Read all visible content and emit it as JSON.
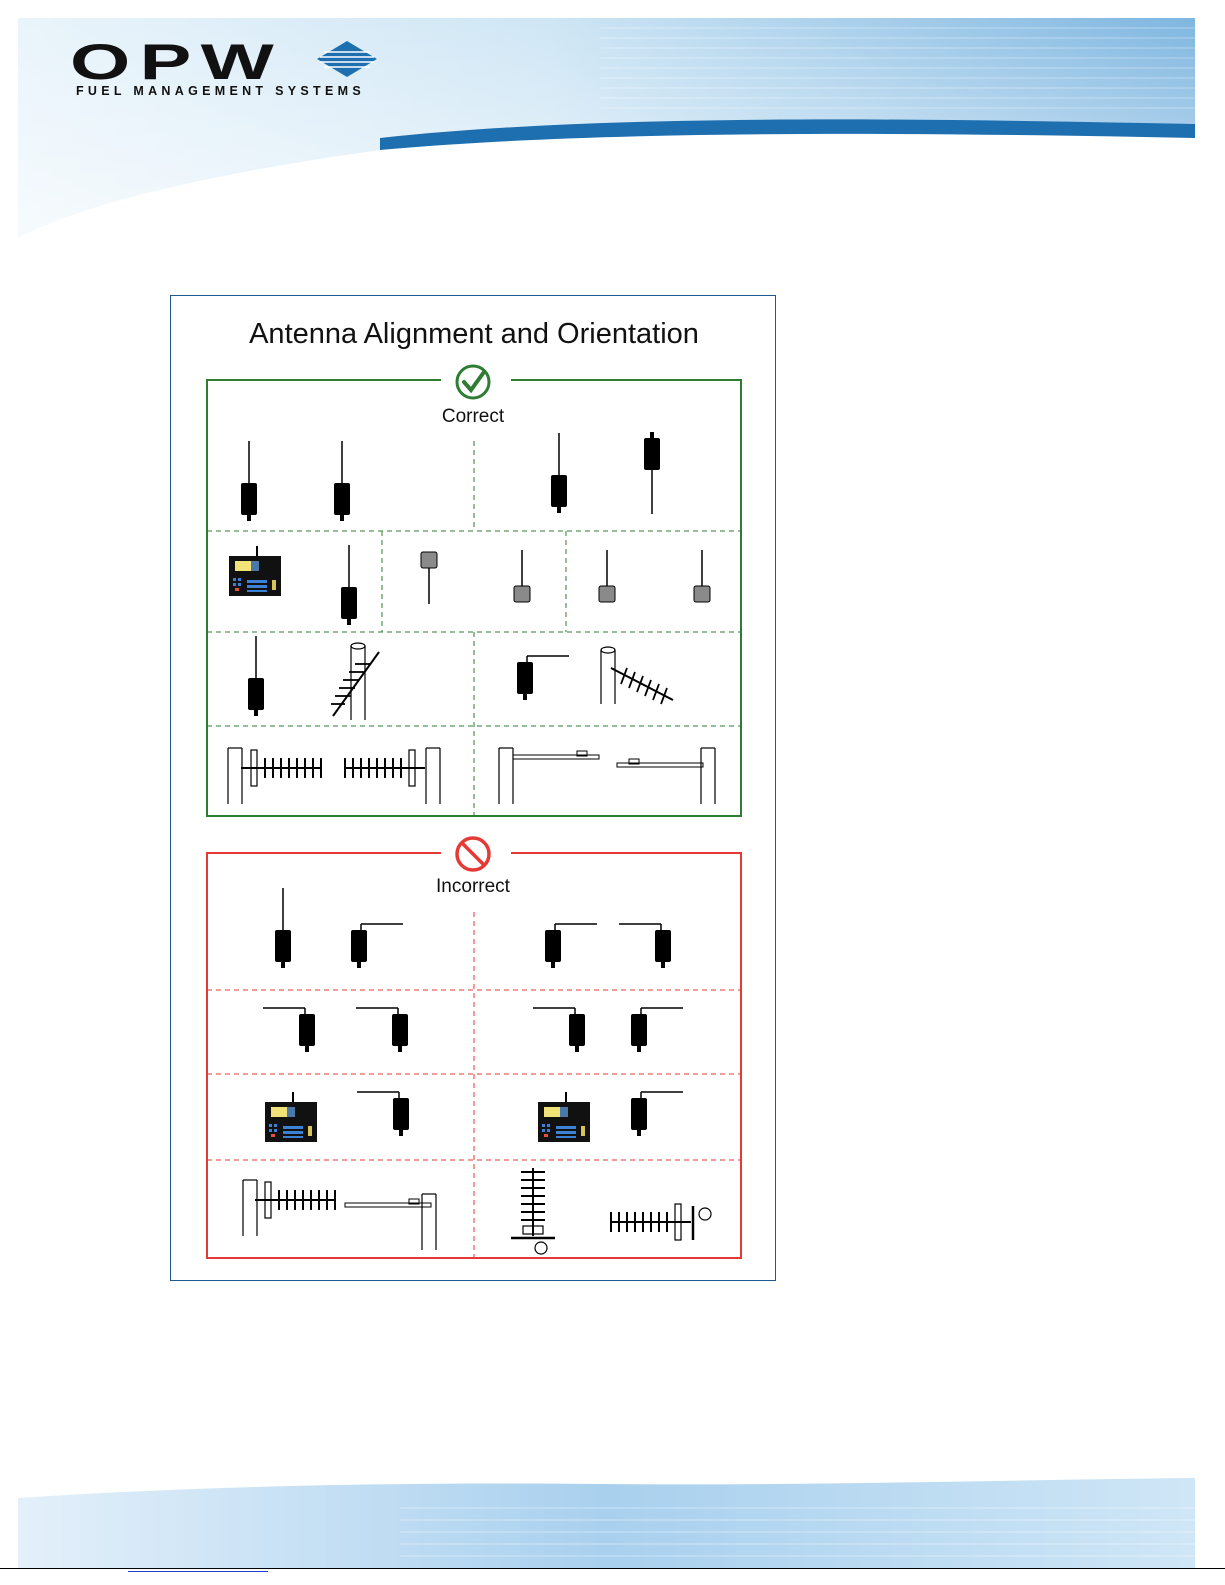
{
  "header": {
    "logo_name": "OPW",
    "logo_tagline": "FUEL MANAGEMENT SYSTEMS",
    "band_color": "#1e6fb0"
  },
  "figure": {
    "title": "Antenna Alignment and Orientation",
    "correct": {
      "label": "Correct",
      "icon": "checkmark-icon",
      "color": "#2e7d32"
    },
    "incorrect": {
      "label": "Incorrect",
      "icon": "prohibited-icon",
      "color": "#e53935"
    }
  }
}
